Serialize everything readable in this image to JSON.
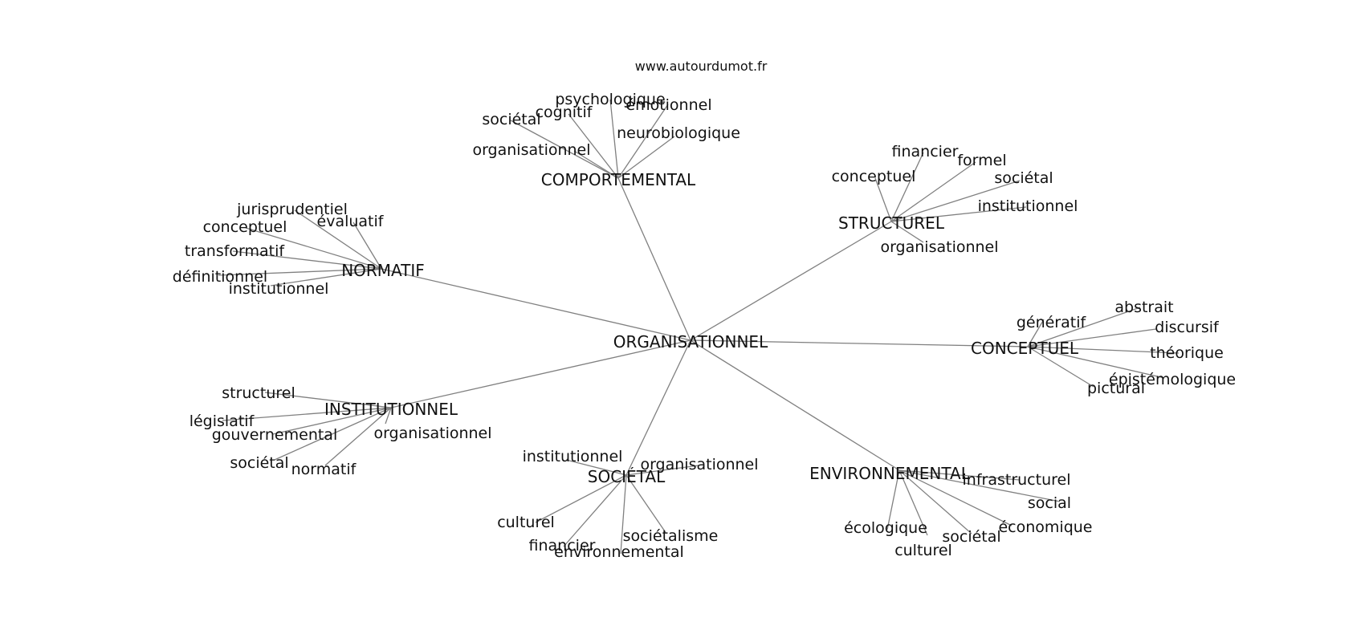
{
  "site": "www.autourdumot.fr",
  "diagram": {
    "root": "ORGANISATIONNEL",
    "branches": [
      {
        "id": "comportemental",
        "label": "COMPORTEMENTAL",
        "leaves": [
          "organisationnel",
          "sociétal",
          "cognitif",
          "psychologique",
          "émotionnel",
          "neurobiologique"
        ]
      },
      {
        "id": "structurel",
        "label": "STRUCTUREL",
        "leaves": [
          "conceptuel",
          "financier",
          "formel",
          "sociétal",
          "institutionnel",
          "organisationnel"
        ]
      },
      {
        "id": "normatif",
        "label": "NORMATIF",
        "leaves": [
          "jurisprudentiel",
          "conceptuel",
          "évaluatif",
          "transformatif",
          "définitionnel",
          "institutionnel"
        ]
      },
      {
        "id": "conceptuel",
        "label": "CONCEPTUEL",
        "leaves": [
          "génératif",
          "abstrait",
          "discursif",
          "théorique",
          "épistémologique",
          "pictural"
        ]
      },
      {
        "id": "institutionnel",
        "label": "INSTITUTIONNEL",
        "leaves": [
          "structurel",
          "législatif",
          "gouvernemental",
          "organisationnel",
          "sociétal",
          "normatif"
        ]
      },
      {
        "id": "societal",
        "label": "SOCIÉTAL",
        "leaves": [
          "institutionnel",
          "organisationnel",
          "culturel",
          "financier",
          "environnemental",
          "sociétalisme"
        ]
      },
      {
        "id": "environnemental",
        "label": "ENVIRONNEMENTAL",
        "leaves": [
          "infrastructurel",
          "social",
          "économique",
          "sociétal",
          "écologique",
          "culturel"
        ]
      }
    ]
  }
}
